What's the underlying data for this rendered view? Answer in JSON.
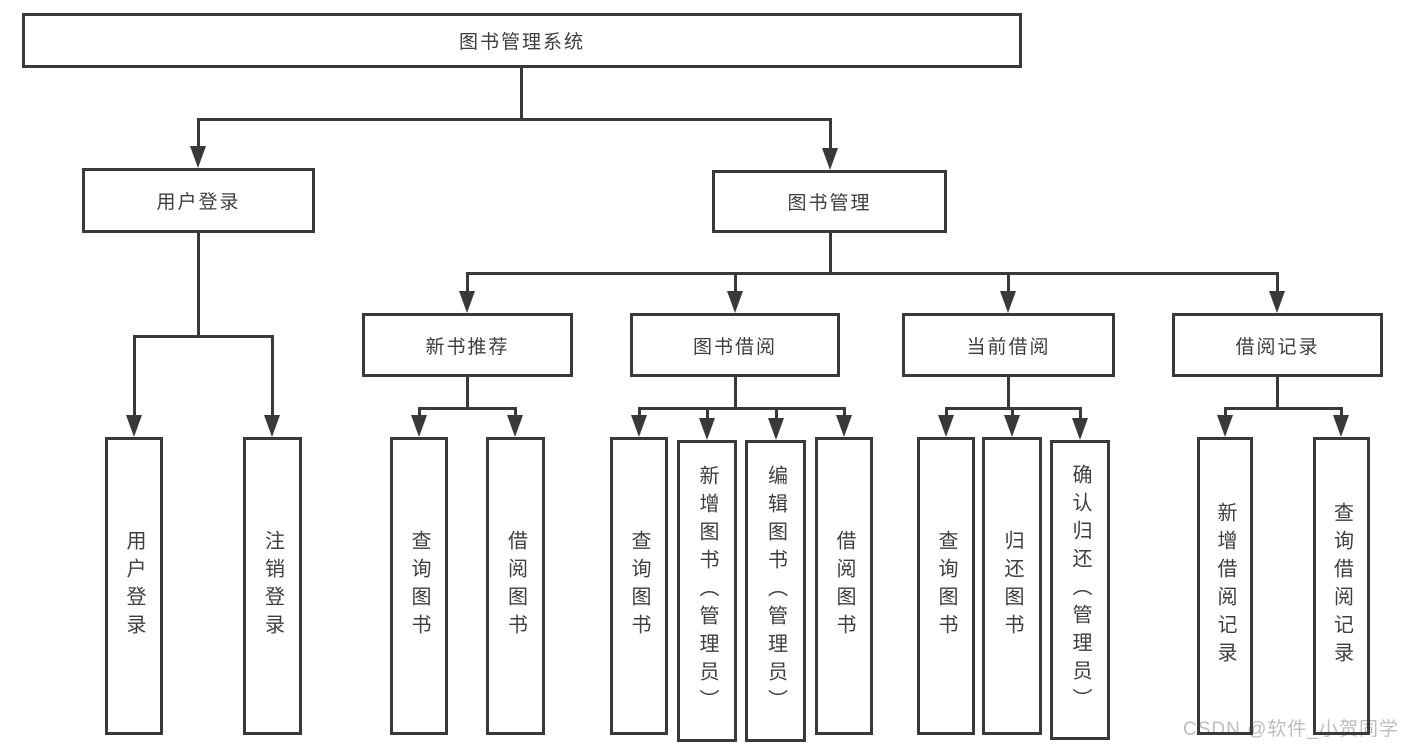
{
  "diagram_type": "hierarchy-tree",
  "watermark": "CSDN @软件_小贺同学",
  "colors": {
    "line": "#393939",
    "text": "#3e3e3e",
    "background": "#ffffff",
    "watermark": "#bdbdbd"
  },
  "tree": {
    "label": "图书管理系统",
    "children": [
      {
        "label": "用户登录",
        "children": [
          {
            "label": "用户登录"
          },
          {
            "label": "注销登录"
          }
        ]
      },
      {
        "label": "图书管理",
        "children": [
          {
            "label": "新书推荐",
            "children": [
              {
                "label": "查询图书"
              },
              {
                "label": "借阅图书"
              }
            ]
          },
          {
            "label": "图书借阅",
            "children": [
              {
                "label": "查询图书"
              },
              {
                "label": "新增图书（管理员）"
              },
              {
                "label": "编辑图书（管理员）"
              },
              {
                "label": "借阅图书"
              }
            ]
          },
          {
            "label": "当前借阅",
            "children": [
              {
                "label": "查询图书"
              },
              {
                "label": "归还图书"
              },
              {
                "label": "确认归还（管理员）"
              }
            ]
          },
          {
            "label": "借阅记录",
            "children": [
              {
                "label": "新增借阅记录"
              },
              {
                "label": "查询借阅记录"
              }
            ]
          }
        ]
      }
    ]
  }
}
